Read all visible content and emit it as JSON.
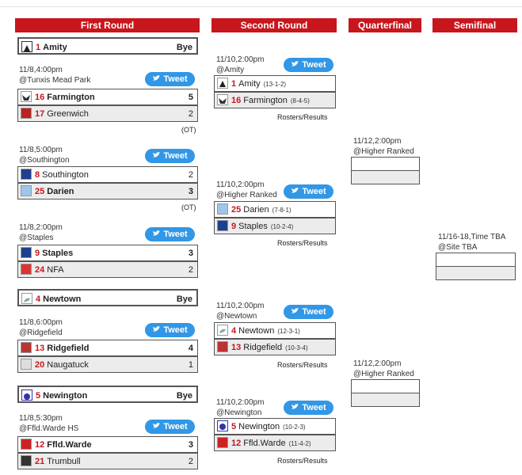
{
  "headers": {
    "first_round": "First Round",
    "second_round": "Second Round",
    "quarterfinal": "Quarterfinal",
    "semifinal": "Semifinal"
  },
  "tweet_label": "Tweet",
  "ot_label": "(OT)",
  "roster_label": "Rosters/Results",
  "bye_label": "Bye",
  "first_round": {
    "amity": {
      "seed": "1",
      "name": "Amity"
    },
    "g1": {
      "info1": "11/8,4:00pm",
      "info2": "@Tunxis Mead Park",
      "t1": {
        "seed": "16",
        "name": "Farmington",
        "score": "5"
      },
      "t2": {
        "seed": "17",
        "name": "Greenwich",
        "score": "2"
      }
    },
    "g2": {
      "info1": "11/8,5:00pm",
      "info2": "@Southington",
      "t1": {
        "seed": "8",
        "name": "Southington",
        "score": "2"
      },
      "t2": {
        "seed": "25",
        "name": "Darien",
        "score": "3"
      }
    },
    "g3": {
      "info1": "11/8,2:00pm",
      "info2": "@Staples",
      "t1": {
        "seed": "9",
        "name": "Staples",
        "score": "3"
      },
      "t2": {
        "seed": "24",
        "name": "NFA",
        "score": "2"
      }
    },
    "newtown": {
      "seed": "4",
      "name": "Newtown"
    },
    "g4": {
      "info1": "11/8,6:00pm",
      "info2": "@Ridgefield",
      "t1": {
        "seed": "13",
        "name": "Ridgefield",
        "score": "4"
      },
      "t2": {
        "seed": "20",
        "name": "Naugatuck",
        "score": "1"
      }
    },
    "newington": {
      "seed": "5",
      "name": "Newington"
    },
    "g5": {
      "info1": "11/8,5:30pm",
      "info2": "@Ffld.Warde HS",
      "t1": {
        "seed": "12",
        "name": "Ffld.Warde",
        "score": "3"
      },
      "t2": {
        "seed": "21",
        "name": "Trumbull",
        "score": "2"
      }
    }
  },
  "second_round": {
    "g1": {
      "info1": "11/10,2:00pm",
      "info2": "@Amity",
      "t1": {
        "seed": "1",
        "name": "Amity",
        "record": "(13-1-2)"
      },
      "t2": {
        "seed": "16",
        "name": "Farmington",
        "record": "(8-4-5)"
      }
    },
    "g2": {
      "info1": "11/10,2:00pm",
      "info2": "@Higher Ranked",
      "t1": {
        "seed": "25",
        "name": "Darien",
        "record": "(7-8-1)"
      },
      "t2": {
        "seed": "9",
        "name": "Staples",
        "record": "(10-2-4)"
      }
    },
    "g3": {
      "info1": "11/10,2:00pm",
      "info2": "@Newtown",
      "t1": {
        "seed": "4",
        "name": "Newtown",
        "record": "(12-3-1)"
      },
      "t2": {
        "seed": "13",
        "name": "Ridgefield",
        "record": "(10-3-4)"
      }
    },
    "g4": {
      "info1": "11/10,2:00pm",
      "info2": "@Newington",
      "t1": {
        "seed": "5",
        "name": "Newington",
        "record": "(10-2-3)"
      },
      "t2": {
        "seed": "12",
        "name": "Ffld.Warde",
        "record": "(11-4-2)"
      }
    }
  },
  "quarterfinal": {
    "g1": {
      "info1": "11/12,2:00pm",
      "info2": "@Higher Ranked"
    },
    "g2": {
      "info1": "11/12,2:00pm",
      "info2": "@Higher Ranked"
    }
  },
  "semifinal": {
    "g1": {
      "info1": "11/16-18,Time TBA",
      "info2": "@Site TBA"
    }
  },
  "colors": {
    "header": "#c8161d",
    "seed": "#c8161d",
    "tweet": "#3197e6",
    "alt_row": "#ececec"
  }
}
